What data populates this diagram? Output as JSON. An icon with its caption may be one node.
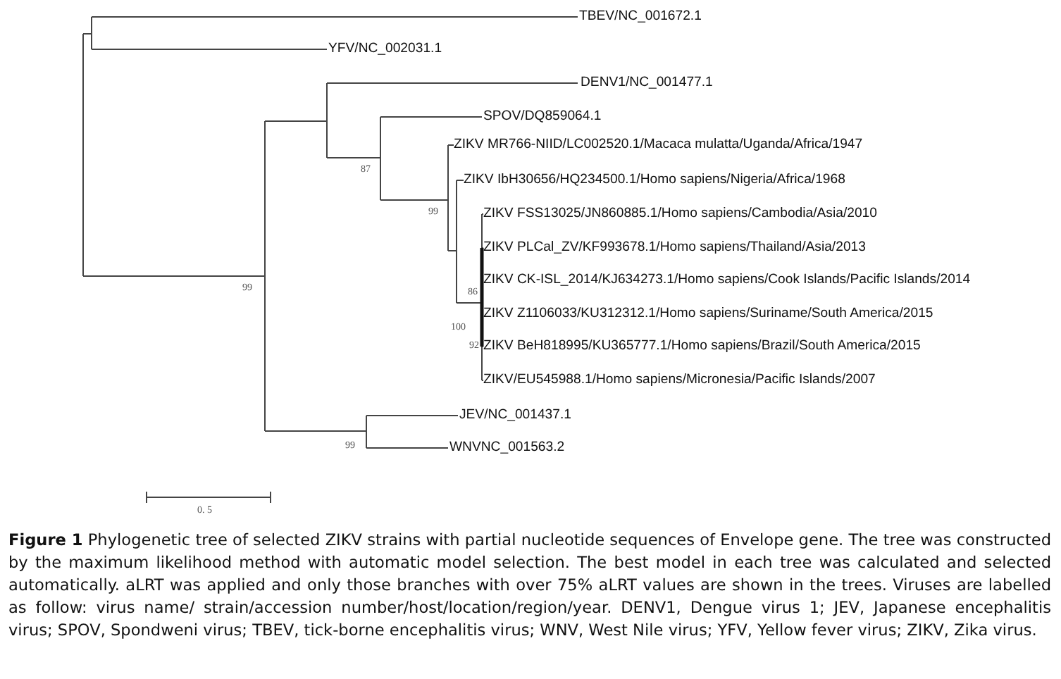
{
  "diagram": {
    "caption": "**Figure 1** Phylogenetic tree of selected ZIKV strains with partial nucleotide sequences of Envelope gene. The tree was constructed by the maximum likelihood method with automatic model selection. The best model in each tree was calculated and selected automatically. aLRT was applied and only those branches with over 75% aLRT values are shown in the trees. Viruses are labelled as follow: virus name/ strain/accession number/host/location/region/year. DENV1, Dengue virus 1; JEV, Japanese encephalitis virus; SPOV, Spondweni virus; TBEV, tick-borne encephalitis virus; WNV, West Nile virus; YFV, Yellow fever virus; ZIKV, Zika virus.",
    "labels": [
      "TBEV/NC_001672.1",
      "YFV/NC_002031.1",
      "DENV1/NC_001477.1",
      "SPOV/DQ859064.1",
      "ZIKV MR766-NIID/LC002520.1/Macaca mulatta/Uganda/Africa/1947",
      "87",
      "ZIKV IbH30656/HQ234500.1/Homo sapiens/Nigeria/Africa/1968",
      "99",
      "ZIKV FSS13025/JN860885.1/Homo sapiens/Cambodia/Asia/2010",
      "ZIKV PLCal_ZV/KF993678.1/Homo sapiens/Thailand/Asia/2013",
      "ZIKV CK-ISL_2014/KJ634273.1/Homo sapiens/Cook Islands/Pacific Islands/2014",
      "99",
      "86",
      "ZIKV Z1106033/KU312312.1/Homo sapiens/Suriname/South America/2015",
      "100",
      "92",
      "ZIKV BeH818995/KU365777.1/Homo sapiens/Brazil/South America/2015",
      "ZIKV/EU545988.1/Homo sapiens/Micronesia/Pacific Islands/2007",
      "JEV/NC_001437.1",
      "99",
      "WNVNC_001563.2",
      "0. 5"
    ]
  }
}
